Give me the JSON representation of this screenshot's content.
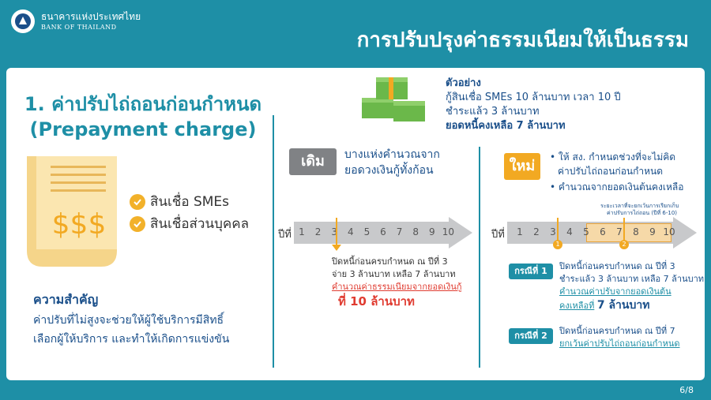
{
  "header": {
    "org_th": "ธนาคารแห่งประเทศไทย",
    "org_en": "BANK OF THAILAND",
    "title": "การปรับปรุงค่าธรรมเนียมให้เป็นธรรม"
  },
  "page_number": "6/8",
  "left": {
    "title_th": "1. ค่าปรับไถ่ถอนก่อนกำหนด",
    "title_en": "(Prepayment charge)",
    "paper_text": "$$$",
    "checks": [
      "สินเชื่อ SMEs",
      "สินเชื่อส่วนบุคคล"
    ],
    "importance_title": "ความสำคัญ",
    "importance_line1": "ค่าปรับที่ไม่สูงจะช่วยให้ผู้ใช้บริการมีสิทธิ์",
    "importance_line2": "เลือกผู้ให้บริการ และทำให้เกิดการแข่งขัน"
  },
  "example": {
    "title": "ตัวอย่าง",
    "line1": "กู้สินเชื่อ SMEs 10 ล้านบาท เวลา 10 ปี",
    "line2": "ชำระแล้ว 3 ล้านบาท",
    "line3": "ยอดหนี้คงเหลือ 7 ล้านบาท"
  },
  "old": {
    "badge": "เดิม",
    "desc1": "บางแห่งคำนวณจาก",
    "desc2": "ยอดวงเงินกู้ทั้งก้อน",
    "year_label": "ปีที่",
    "years": [
      "1",
      "2",
      "3",
      "4",
      "5",
      "6",
      "7",
      "8",
      "9",
      "10"
    ],
    "note1": "ปิดหนี้ก่อนครบกำหนด ณ ปีที่ 3",
    "note2": "จ่าย 3 ล้านบาท เหลือ 7 ล้านบาท",
    "note3": "คำนวณค่าธรรมเนียมจากยอดเงินกู้",
    "note4": "ที่ 10 ล้านบาท"
  },
  "new": {
    "badge": "ใหม่",
    "bullet1a": "• ให้ สง. กำหนดช่วงที่จะไม่คิด",
    "bullet1b": "ค่าปรับไถ่ถอนก่อนกำหนด",
    "bullet2": "• คำนวณจากยอดเงินต้นคงเหลือ",
    "range_note1": "ระยะเวลาที่จะยกเว้นการเรียกเก็บ",
    "range_note2": "ค่าปรับการไถ่ถอน (ปีที่ 6-10)",
    "year_label": "ปีที่",
    "years": [
      "1",
      "2",
      "3",
      "4",
      "5",
      "6",
      "7",
      "8",
      "9",
      "10"
    ],
    "marker1": "1",
    "marker2": "2",
    "case1_badge": "กรณีที่ 1",
    "case1_l1": "ปิดหนี้ก่อนครบกำหนด ณ ปีที่ 3",
    "case1_l2": "ชำระแล้ว 3 ล้านบาท เหลือ 7 ล้านบาท",
    "case1_l3": "คำนวณค่าปรับจากยอดเงินต้น",
    "case1_l4a": "คงเหลือที่",
    "case1_l4b": "7 ล้านบาท",
    "case2_badge": "กรณีที่ 2",
    "case2_l1": "ปิดหนี้ก่อนครบกำหนด ณ ปีที่ 7",
    "case2_l2": "ยกเว้นค่าปรับไถ่ถอนก่อนกำหนด"
  },
  "colors": {
    "teal": "#1e8fa6",
    "orange": "#f2a922",
    "navy": "#1a4f8a",
    "red": "#e03c31"
  }
}
